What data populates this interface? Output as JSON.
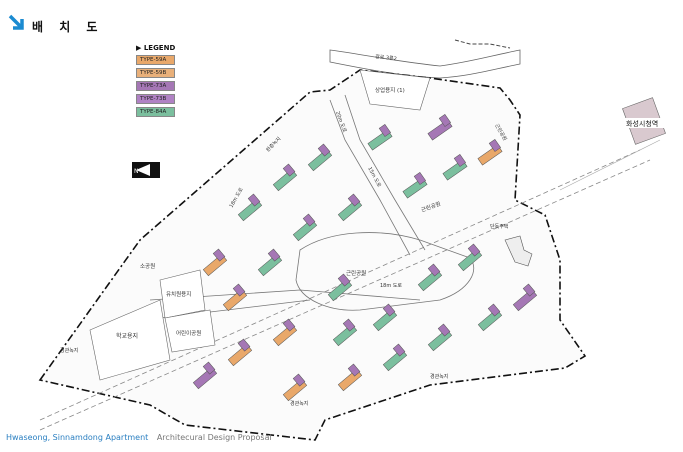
{
  "header": {
    "title": "배 치 도"
  },
  "legend": {
    "title": "▶ LEGEND",
    "items": [
      {
        "label": "TYPE-59A",
        "color": "#e9a86a"
      },
      {
        "label": "TYPE-59B",
        "color": "#e9b07a"
      },
      {
        "label": "TYPE-73A",
        "color": "#a577b5"
      },
      {
        "label": "TYPE-73B",
        "color": "#b082c4"
      },
      {
        "label": "TYPE-84A",
        "color": "#7bbf9e"
      }
    ]
  },
  "labels": {
    "road_top": "광로 3류2",
    "shop": "상업용지 (1)",
    "road_20m": "20m 도로",
    "road_15m": "15m 도로",
    "road_18m": "18m 도로",
    "road_18m_2": "18m 도로",
    "park1": "근린공원",
    "park2": "근린공원",
    "park3": "근린공원",
    "green1": "완충녹지",
    "green2": "경관녹지",
    "green3": "경관녹지",
    "green4": "경관녹지",
    "school": "학교용지",
    "kinder": "유치원용지",
    "welfare": "어린이공원",
    "small_park": "소공원",
    "complex": "단독주택",
    "city_hall": "화성시청역"
  },
  "footer": {
    "main": "Hwaseong, Sinnamdong Apartment",
    "sub": "Architecural Design Proposal"
  },
  "colors": {
    "accent": "#2a7fc1",
    "type59": "#e9a86a",
    "type73": "#a577b5",
    "type84": "#7bbf9e"
  }
}
